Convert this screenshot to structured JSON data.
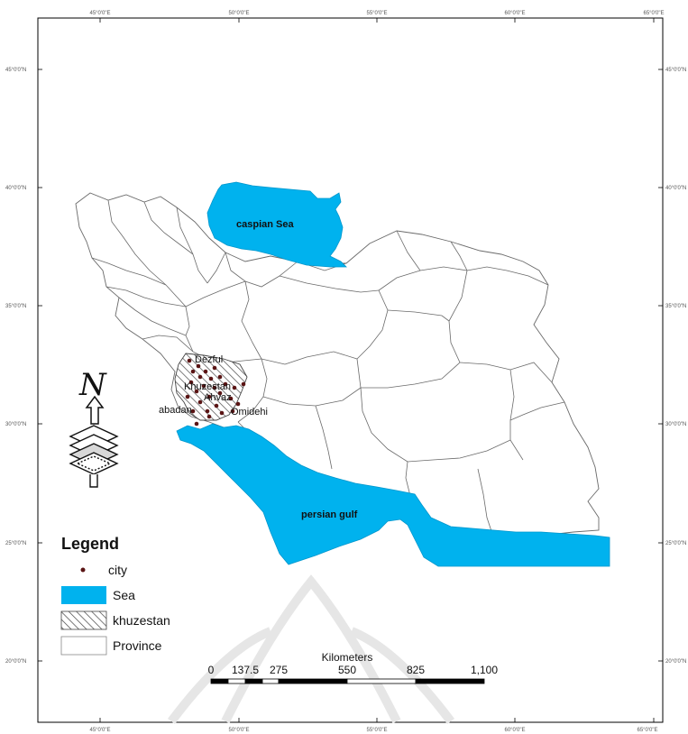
{
  "graticule": {
    "lon_labels": [
      "45°0'0\"E",
      "50°0'0\"E",
      "55°0'0\"E",
      "60°0'0\"E",
      "65°0'0\"E"
    ],
    "lat_labels": [
      "45°0'0\"N",
      "40°0'0\"N",
      "35°0'0\"N",
      "30°0'0\"N",
      "25°0'0\"N",
      "20°0'0\"N"
    ]
  },
  "water_bodies": {
    "caspian": "caspian Sea",
    "gulf": "persian gulf"
  },
  "cities": [
    {
      "name": "Dezful"
    },
    {
      "name": "Khuzestan"
    },
    {
      "name": "Ahvaz"
    },
    {
      "name": "abadan"
    },
    {
      "name": "Omidehi"
    }
  ],
  "legend": {
    "title": "Legend",
    "items": [
      {
        "label": "city",
        "symbol": "dot"
      },
      {
        "label": "Sea",
        "symbol": "fill-blue"
      },
      {
        "label": "khuzestan",
        "symbol": "hatch"
      },
      {
        "label": "Province",
        "symbol": "outline"
      }
    ]
  },
  "scale_bar": {
    "unit": "Kilometers",
    "ticks": [
      "0",
      "137.5",
      "275",
      "550",
      "825",
      "1,100"
    ]
  },
  "north_arrow": {
    "letter": "N"
  },
  "colors": {
    "sea": "#00b2ee",
    "border": "#6a6a6a",
    "city": "#5a1414",
    "frame": "#000000"
  }
}
